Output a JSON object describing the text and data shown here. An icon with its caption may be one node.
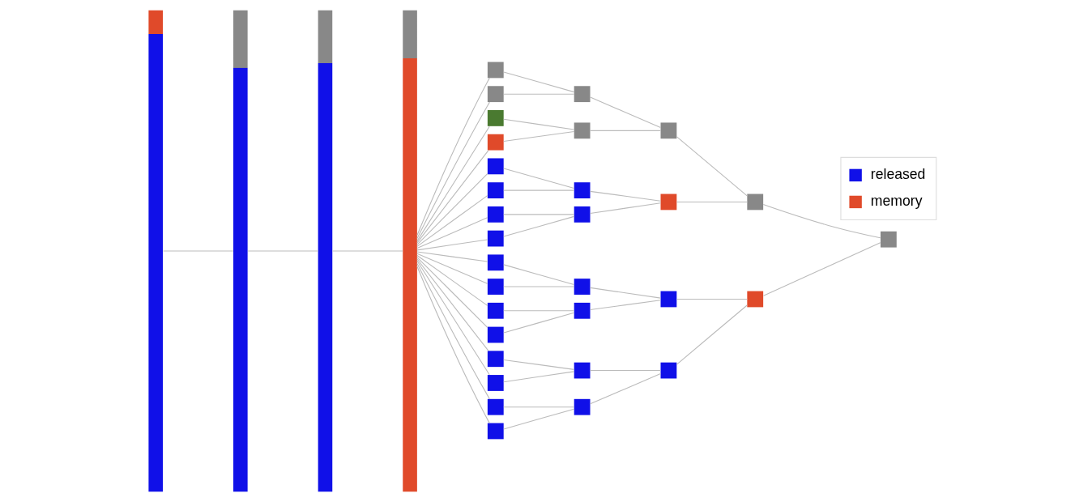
{
  "diagram": {
    "nodes": [
      {
        "text": [],
        "shape": "bar"
      },
      {
        "text": [],
        "shape": "bar"
      },
      {
        "text": [],
        "shape": "bar"
      },
      {
        "text": [],
        "shape": "bar"
      },
      {
        "text": [],
        "shape": "box"
      },
      {
        "text": [],
        "shape": "box"
      },
      {
        "text": [],
        "shape": "box"
      },
      {
        "text": [],
        "shape": "box"
      },
      {
        "text": [],
        "shape": "box"
      },
      {
        "text": [],
        "shape": "box"
      },
      {
        "text": [],
        "shape": "box"
      },
      {
        "text": [],
        "shape": "box"
      },
      {
        "text": [],
        "shape": "box"
      },
      {
        "text": [],
        "shape": "box"
      },
      {
        "text": [],
        "shape": "box"
      },
      {
        "text": [],
        "shape": "box"
      },
      {
        "text": [],
        "shape": "box"
      },
      {
        "text": [],
        "shape": "box"
      },
      {
        "text": [],
        "shape": "box"
      },
      {
        "text": [],
        "shape": "box"
      },
      {
        "text": [],
        "shape": "box"
      },
      {
        "text": [],
        "shape": "box"
      },
      {
        "text": [],
        "shape": "box"
      },
      {
        "text": [],
        "shape": "box"
      },
      {
        "text": [],
        "shape": "box"
      },
      {
        "text": [],
        "shape": "box"
      },
      {
        "text": [],
        "shape": "box"
      },
      {
        "text": [],
        "shape": "box"
      },
      {
        "text": [],
        "shape": "box"
      },
      {
        "text": [],
        "shape": "box"
      },
      {
        "text": [],
        "shape": "box"
      },
      {
        "text": [],
        "shape": "box"
      },
      {
        "text": [],
        "shape": "box"
      },
      {
        "text": [],
        "shape": "box"
      },
      {
        "text": [],
        "shape": "box"
      }
    ],
    "edges": [
      {
        "from": 0,
        "to": 1,
        "arrow": "none"
      },
      {
        "from": 1,
        "to": 2,
        "arrow": "none"
      },
      {
        "from": 2,
        "to": 3,
        "arrow": "none"
      },
      {
        "from": 3,
        "to": 4,
        "arrow": "none"
      },
      {
        "from": 3,
        "to": 5,
        "arrow": "none"
      },
      {
        "from": 3,
        "to": 6,
        "arrow": "none"
      },
      {
        "from": 3,
        "to": 7,
        "arrow": "none"
      },
      {
        "from": 3,
        "to": 8,
        "arrow": "none"
      },
      {
        "from": 3,
        "to": 9,
        "arrow": "none"
      },
      {
        "from": 3,
        "to": 10,
        "arrow": "none"
      },
      {
        "from": 3,
        "to": 11,
        "arrow": "none"
      },
      {
        "from": 3,
        "to": 12,
        "arrow": "none"
      },
      {
        "from": 3,
        "to": 13,
        "arrow": "none"
      },
      {
        "from": 3,
        "to": 14,
        "arrow": "none"
      },
      {
        "from": 3,
        "to": 15,
        "arrow": "none"
      },
      {
        "from": 3,
        "to": 16,
        "arrow": "none"
      },
      {
        "from": 3,
        "to": 17,
        "arrow": "none"
      },
      {
        "from": 3,
        "to": 18,
        "arrow": "none"
      },
      {
        "from": 3,
        "to": 19,
        "arrow": "none"
      },
      {
        "from": 4,
        "to": 20,
        "arrow": "none"
      },
      {
        "from": 5,
        "to": 20,
        "arrow": "none"
      },
      {
        "from": 6,
        "to": 21,
        "arrow": "none"
      },
      {
        "from": 7,
        "to": 21,
        "arrow": "none"
      },
      {
        "from": 8,
        "to": 22,
        "arrow": "none"
      },
      {
        "from": 9,
        "to": 22,
        "arrow": "none"
      },
      {
        "from": 10,
        "to": 23,
        "arrow": "none"
      },
      {
        "from": 11,
        "to": 23,
        "arrow": "none"
      },
      {
        "from": 12,
        "to": 24,
        "arrow": "none"
      },
      {
        "from": 13,
        "to": 24,
        "arrow": "none"
      },
      {
        "from": 14,
        "to": 25,
        "arrow": "none"
      },
      {
        "from": 15,
        "to": 25,
        "arrow": "none"
      },
      {
        "from": 16,
        "to": 26,
        "arrow": "none"
      },
      {
        "from": 17,
        "to": 26,
        "arrow": "none"
      },
      {
        "from": 18,
        "to": 27,
        "arrow": "none"
      },
      {
        "from": 19,
        "to": 27,
        "arrow": "none"
      },
      {
        "from": 20,
        "to": 28,
        "arrow": "none"
      },
      {
        "from": 21,
        "to": 28,
        "arrow": "none"
      },
      {
        "from": 22,
        "to": 29,
        "arrow": "none"
      },
      {
        "from": 23,
        "to": 29,
        "arrow": "none"
      },
      {
        "from": 24,
        "to": 30,
        "arrow": "none"
      },
      {
        "from": 25,
        "to": 30,
        "arrow": "none"
      },
      {
        "from": 26,
        "to": 31,
        "arrow": "none"
      },
      {
        "from": 27,
        "to": 31,
        "arrow": "none"
      },
      {
        "from": 28,
        "to": 32,
        "arrow": "none"
      },
      {
        "from": 29,
        "to": 32,
        "arrow": "none"
      },
      {
        "from": 30,
        "to": 33,
        "arrow": "none"
      },
      {
        "from": 31,
        "to": 33,
        "arrow": "none"
      },
      {
        "from": 32,
        "to": 34,
        "arrow": "none"
      },
      {
        "from": 33,
        "to": 34,
        "arrow": "none"
      }
    ],
    "legend": [
      {
        "text": "released",
        "color": "#1010e8"
      },
      {
        "text": "memory",
        "color": "#e04a2a"
      }
    ]
  }
}
